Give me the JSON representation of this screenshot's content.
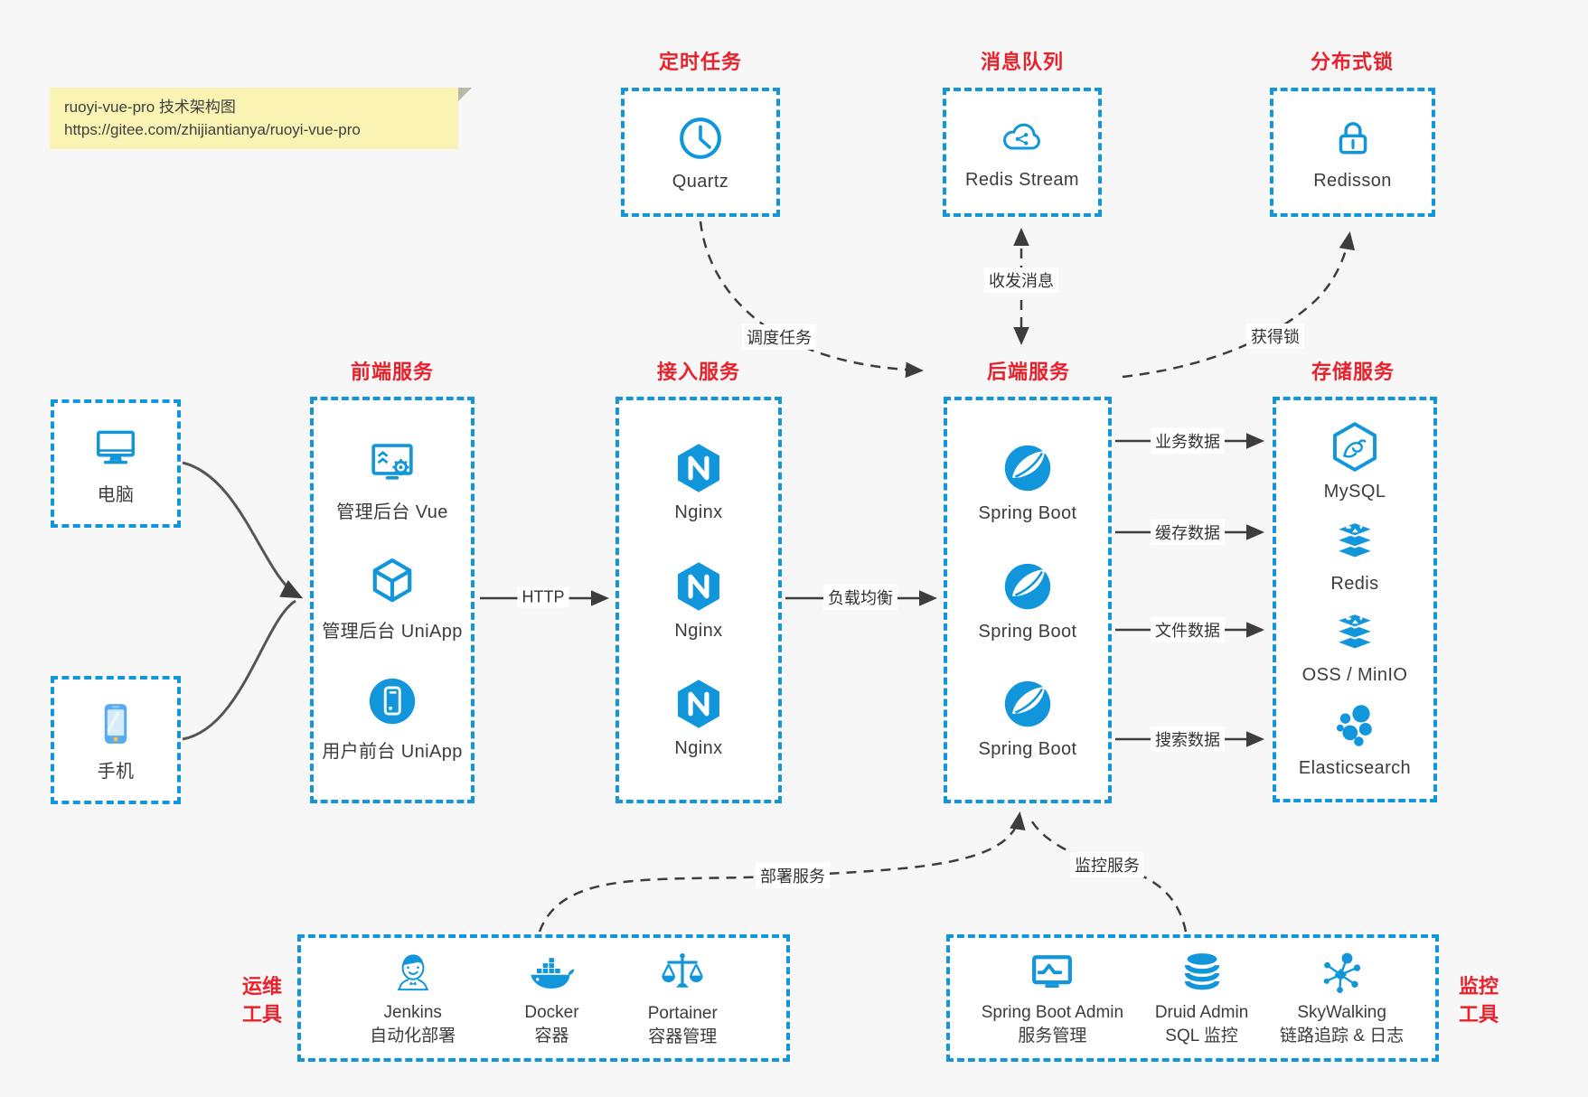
{
  "note": {
    "line1": "ruoyi-vue-pro 技术架构图",
    "line2": "https://gitee.com/zhijiantianya/ruoyi-vue-pro"
  },
  "colors": {
    "accent_blue": "#1296db",
    "title_red": "#e8222d",
    "canvas_bg": "#f7f7f7",
    "note_bg": "#faf3b3",
    "arrow_gray": "#3d3d3d"
  },
  "clients": {
    "computer": {
      "label": "电脑",
      "icon": "desktop-icon"
    },
    "phone": {
      "label": "手机",
      "icon": "smartphone-icon"
    }
  },
  "scheduled": {
    "title": "定时任务",
    "node": {
      "label": "Quartz",
      "icon": "clock-icon"
    }
  },
  "mq": {
    "title": "消息队列",
    "node": {
      "label": "Redis Stream",
      "icon": "cloud-message-icon"
    }
  },
  "lock": {
    "title": "分布式锁",
    "node": {
      "label": "Redisson",
      "icon": "lock-icon"
    }
  },
  "frontend": {
    "title": "前端服务",
    "items": [
      {
        "label": "管理后台 Vue",
        "icon": "admin-screen-gear-icon"
      },
      {
        "label": "管理后台 UniApp",
        "icon": "uniapp-cube-icon"
      },
      {
        "label": "用户前台 UniApp",
        "icon": "mobile-app-icon"
      }
    ]
  },
  "gateway": {
    "title": "接入服务",
    "items": [
      {
        "label": "Nginx",
        "icon": "nginx-icon"
      },
      {
        "label": "Nginx",
        "icon": "nginx-icon"
      },
      {
        "label": "Nginx",
        "icon": "nginx-icon"
      }
    ]
  },
  "backend": {
    "title": "后端服务",
    "items": [
      {
        "label": "Spring Boot",
        "icon": "spring-icon"
      },
      {
        "label": "Spring Boot",
        "icon": "spring-icon"
      },
      {
        "label": "Spring Boot",
        "icon": "spring-icon"
      }
    ]
  },
  "storage": {
    "title": "存储服务",
    "items": [
      {
        "label": "MySQL",
        "icon": "mysql-icon"
      },
      {
        "label": "Redis",
        "icon": "redis-icon"
      },
      {
        "label": "OSS / MinIO",
        "icon": "oss-icon"
      },
      {
        "label": "Elasticsearch",
        "icon": "elasticsearch-icon"
      }
    ]
  },
  "devops": {
    "title_line1": "运维",
    "title_line2": "工具",
    "items": [
      {
        "name": "Jenkins",
        "desc": "自动化部署",
        "icon": "jenkins-icon"
      },
      {
        "name": "Docker",
        "desc": "容器",
        "icon": "docker-whale-icon"
      },
      {
        "name": "Portainer",
        "desc": "容器管理",
        "icon": "scales-icon"
      }
    ]
  },
  "monitoring": {
    "title_line1": "监控",
    "title_line2": "工具",
    "items": [
      {
        "name": "Spring Boot Admin",
        "desc": "服务管理",
        "icon": "monitor-chart-icon"
      },
      {
        "name": "Druid Admin",
        "desc": "SQL 监控",
        "icon": "database-icon"
      },
      {
        "name": "SkyWalking",
        "desc": "链路追踪 & 日志",
        "icon": "topology-icon"
      }
    ]
  },
  "edges": {
    "http": "HTTP",
    "load_balance": "负载均衡",
    "business_data": "业务数据",
    "cache_data": "缓存数据",
    "file_data": "文件数据",
    "search_data": "搜索数据",
    "schedule_task": "调度任务",
    "send_receive_message": "收发消息",
    "acquire_lock": "获得锁",
    "deploy_service": "部署服务",
    "monitor_service": "监控服务"
  }
}
